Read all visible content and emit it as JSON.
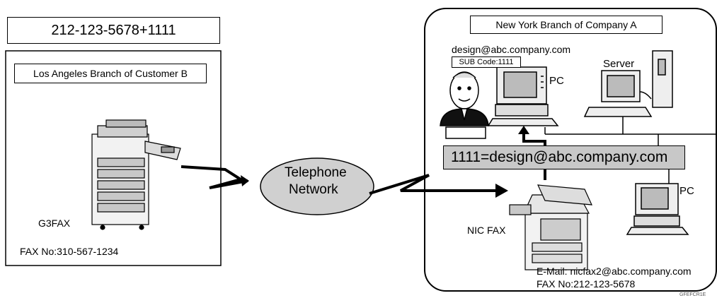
{
  "left": {
    "phone_number": "212-123-5678+1111",
    "branch_label": "Los Angeles Branch of Customer B",
    "device_label": "G3FAX",
    "fax_no": "FAX No:310-567-1234"
  },
  "center": {
    "network_line1": "Telephone",
    "network_line2": "Network"
  },
  "right": {
    "branch_label": "New York Branch of Company A",
    "email": "design@abc.company.com",
    "sub_code": "SUB Code:1111",
    "pc_label": "PC",
    "server_label": "Server",
    "pc2_label": "PC",
    "mapping": "1111=design@abc.company.com",
    "device_label": "NIC FAX",
    "device_email": "E-Mail: nicfax2@abc.company.com",
    "device_fax_no": "FAX No:212-123-5678"
  },
  "figure_code": "GFEFCR1E"
}
